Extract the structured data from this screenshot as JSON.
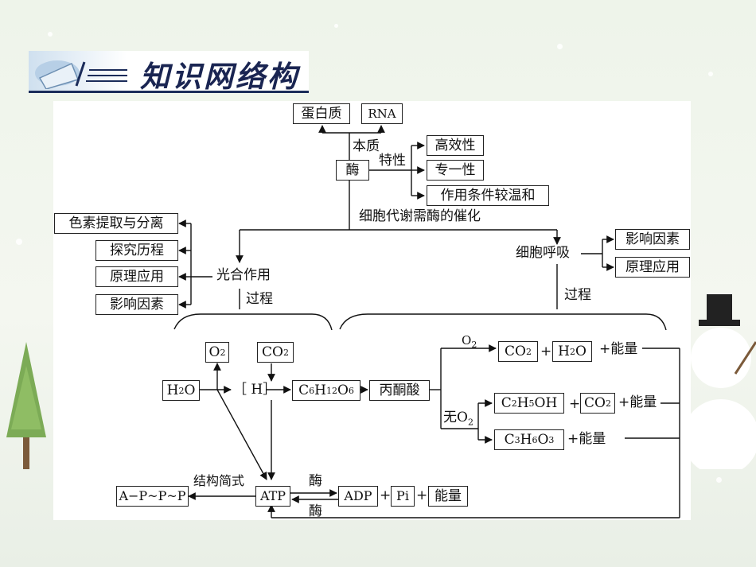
{
  "header": {
    "title": "知识网络构建"
  },
  "diagram": {
    "top": {
      "protein": "蛋白质",
      "rna": "RNA",
      "essence": "本质",
      "enzyme": "酶",
      "property": "特性",
      "high_efficiency": "高效性",
      "specificity": "专一性",
      "mild_conditions": "作用条件较温和",
      "metabolism_needs": "细胞代谢需酶的催化"
    },
    "photosynthesis": {
      "title": "光合作用",
      "pigment": "色素提取与分离",
      "history": "探究历程",
      "principle": "原理应用",
      "factors": "影响因素",
      "process": "过程"
    },
    "respiration": {
      "title": "细胞呼吸",
      "factors": "影响因素",
      "principle": "原理应用",
      "process": "过程"
    },
    "nodes": {
      "o2_main": "O",
      "o2_sub": "2",
      "co2_main": "CO",
      "co2_sub": "2",
      "h2o_h": "H",
      "h2o_sub": "2",
      "h2o_o": "O",
      "h": "［ H］",
      "glucose_c": "C",
      "glucose_c_sub": "6",
      "glucose_h": "H",
      "glucose_h_sub": "12",
      "glucose_o": "O",
      "glucose_o_sub": "6",
      "pyruvate": "丙酮酸",
      "aerobic_o2": "O",
      "aerobic_o2_sub": "2",
      "aerobic_co2": "CO",
      "aerobic_co2_sub": "2",
      "aerobic_h2o_h": "H",
      "aerobic_h2o_sub": "2",
      "aerobic_h2o_o": "O",
      "energy": "+能量",
      "anaerobic": "无O",
      "anaerobic_sub": "2",
      "ethanol_c": "C",
      "ethanol_c_sub": "2",
      "ethanol_h": "H",
      "ethanol_h_sub": "5",
      "ethanol_oh": "OH",
      "ana_co2": "CO",
      "ana_co2_sub": "2",
      "lactic_c": "C",
      "lactic_c_sub": "3",
      "lactic_h": "H",
      "lactic_h_sub": "6",
      "lactic_o": "O",
      "lactic_o_sub": "3",
      "plus": "+",
      "atp": "ATP",
      "structure_label": "结构简式",
      "structure": "A−P~P~P",
      "enzyme_top": "酶",
      "enzyme_bottom": "酶",
      "adp": "ADP",
      "pi": "Pi",
      "energy_box": "能量"
    }
  }
}
